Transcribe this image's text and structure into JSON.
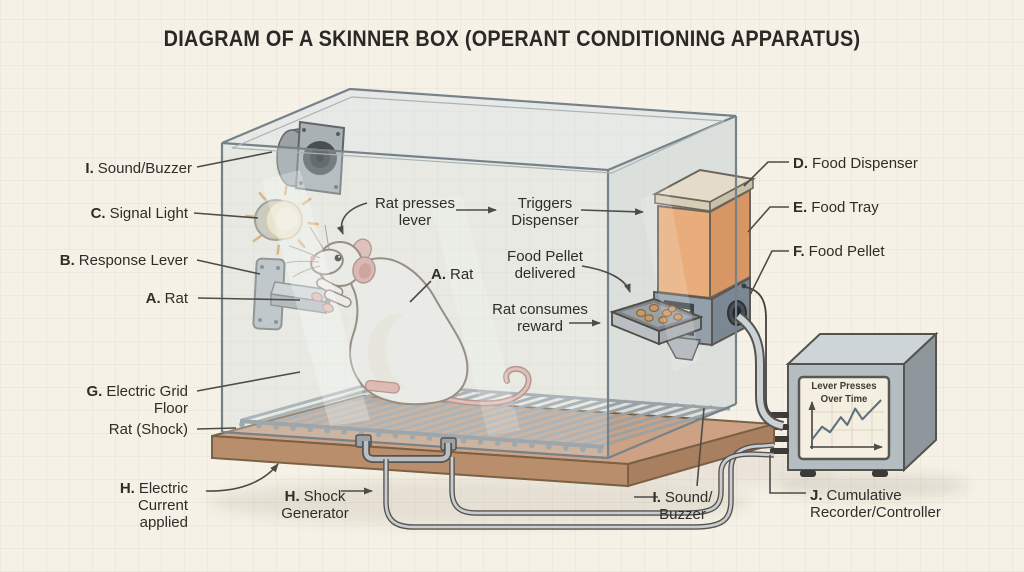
{
  "title": "DIAGRAM OF A SKINNER BOX (OPERANT CONDITIONING APPARATUS)",
  "left_labels": {
    "sound_buzzer": {
      "prefix": "I.",
      "text": "Sound/Buzzer"
    },
    "signal_light": {
      "prefix": "C.",
      "text": "Signal Light"
    },
    "response_lever": {
      "prefix": "B.",
      "text": "Response Lever"
    },
    "rat": {
      "prefix": "A.",
      "text": "Rat"
    },
    "grid_floor": {
      "prefix": "G.",
      "line1": "Electric Grid",
      "line2": "Floor"
    },
    "rat_shock": {
      "text": "Rat (Shock)"
    },
    "electric_current": {
      "prefix": "H.",
      "line1": "Electric",
      "line2": "Current",
      "line3": "applied"
    }
  },
  "flow_labels": {
    "rat_presses": {
      "line1": "Rat presses",
      "line2": "lever"
    },
    "triggers": {
      "line1": "Triggers",
      "line2": "Dispenser"
    },
    "rat_inside": {
      "prefix": "A.",
      "text": "Rat"
    },
    "pellet_delivered": {
      "line1": "Food Pellet",
      "line2": "delivered"
    },
    "rat_consumes": {
      "line1": "Rat consumes",
      "line2": "reward"
    }
  },
  "right_labels": {
    "food_dispenser": {
      "prefix": "D.",
      "text": "Food Dispenser"
    },
    "food_tray": {
      "prefix": "E.",
      "text": "Food Tray"
    },
    "food_pellet": {
      "prefix": "F.",
      "text": "Food Pellet"
    }
  },
  "bottom_labels": {
    "shock_generator": {
      "prefix": "H.",
      "line1": "Shock",
      "line2": "Generator"
    },
    "sound_buzzer": {
      "prefix": "I.",
      "line1": "Sound/",
      "line2": "Buzzer"
    },
    "cumulative_recorder": {
      "prefix": "J.",
      "line1": "Cumulative",
      "line2": "Recorder/Controller"
    }
  },
  "recorder": {
    "screen_title_line1": "Lever Presses",
    "screen_title_line2": "Over Time",
    "chart": {
      "type": "line",
      "label": "Lever Presses Over Time",
      "points_rel": [
        [
          0,
          0.08
        ],
        [
          0.14,
          0.38
        ],
        [
          0.25,
          0.25
        ],
        [
          0.4,
          0.6
        ],
        [
          0.49,
          0.42
        ],
        [
          0.6,
          0.8
        ],
        [
          0.7,
          0.55
        ],
        [
          0.96,
          1.0
        ]
      ]
    }
  },
  "colors": {
    "background": "#f5f1e6",
    "glass_tint": "#dfe7e7",
    "wood_base": "#c59a74",
    "dispenser_body": "#e9ad7c",
    "metal_gray": "#b4bdc1",
    "pellet_brown": "#c79a6a",
    "signal_glow": "#f6e8c8",
    "ink": "#2f2d29"
  }
}
